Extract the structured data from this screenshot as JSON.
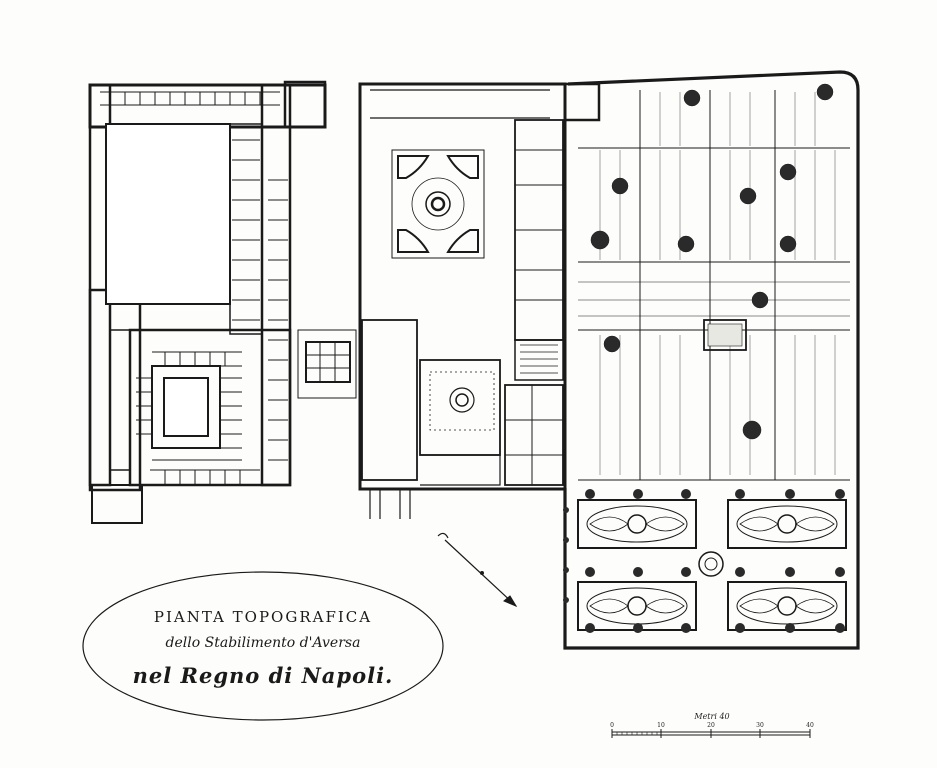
{
  "title": {
    "line1": "PIANTA TOPOGRAFICA",
    "line2": "dello Stabilimento d'Aversa",
    "line3": "nel Regno di Napoli."
  },
  "scale": {
    "label": "Metri 40",
    "ticks": [
      "0",
      "10",
      "20",
      "30",
      "40"
    ]
  },
  "colors": {
    "ink": "#1a1a1a",
    "paper": "#fdfdfb"
  }
}
